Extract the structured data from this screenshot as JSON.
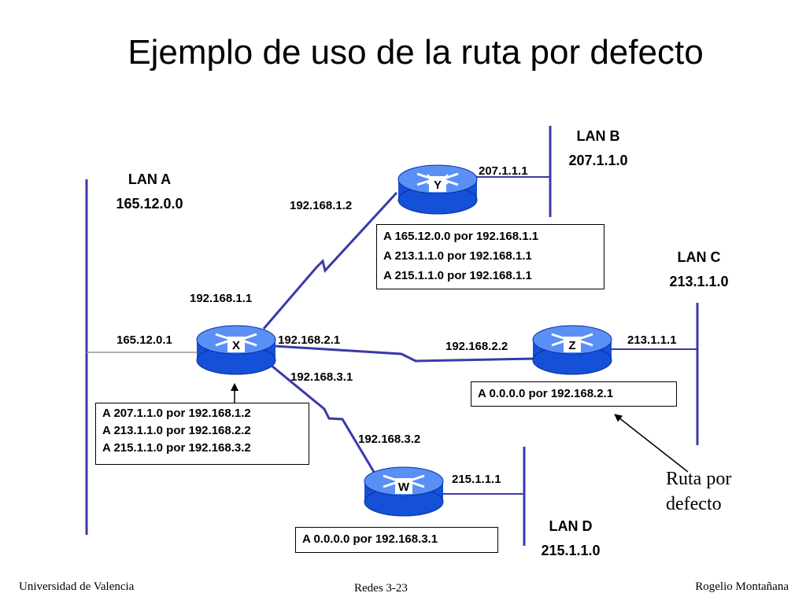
{
  "title": "Ejemplo de uso de la ruta por defecto",
  "colors": {
    "link": "#3a3aaa",
    "router_body": "#1450d8",
    "router_top": "#5a8ff5"
  },
  "lans": {
    "a": {
      "name": "LAN A",
      "network": "165.12.0.0"
    },
    "b": {
      "name": "LAN B",
      "network": "207.1.1.0"
    },
    "c": {
      "name": "LAN C",
      "network": "213.1.1.0"
    },
    "d": {
      "name": "LAN D",
      "network": "215.1.1.0"
    }
  },
  "routers": {
    "x": {
      "label": "X",
      "icon": "router-icon"
    },
    "y": {
      "label": "Y",
      "icon": "router-icon"
    },
    "z": {
      "label": "Z",
      "icon": "router-icon"
    },
    "w": {
      "label": "W",
      "icon": "router-icon"
    }
  },
  "interfaces": {
    "x_lan": "165.12.0.1",
    "x_y": "192.168.1.1",
    "x_z": "192.168.2.1",
    "x_w": "192.168.3.1",
    "y_x": "192.168.1.2",
    "y_lan": "207.1.1.1",
    "z_x": "192.168.2.2",
    "z_lan": "213.1.1.1",
    "w_x": "192.168.3.2",
    "w_lan": "215.1.1.1"
  },
  "routing_tables": {
    "x": [
      "A 207.1.1.0 por 192.168.1.2",
      "A 213.1.1.0 por 192.168.2.2",
      "A 215.1.1.0 por 192.168.3.2"
    ],
    "y": [
      "A 165.12.0.0 por 192.168.1.1",
      "A 213.1.1.0 por 192.168.1.1",
      "A 215.1.1.0 por 192.168.1.1"
    ],
    "z": [
      "A 0.0.0.0 por 192.168.2.1"
    ],
    "w": [
      "A 0.0.0.0 por 192.168.3.1"
    ]
  },
  "note": {
    "line1": "Ruta por",
    "line2": "defecto"
  },
  "footer": {
    "left": "Universidad de Valencia",
    "center": "Redes 3-23",
    "right": "Rogelio Montañana"
  }
}
